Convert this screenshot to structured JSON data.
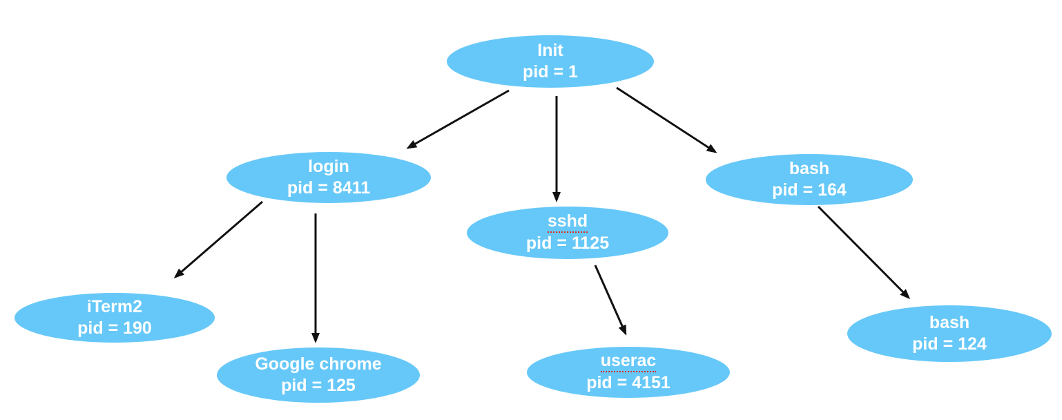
{
  "diagram": {
    "type": "process-tree",
    "colors": {
      "node_fill": "#66C8F8",
      "node_text": "#FFFFFF",
      "arrow": "#111111",
      "spellcheck_underline": "#E02B20"
    },
    "nodes": [
      {
        "id": "init",
        "name": "Init",
        "pid": "pid = 1",
        "misspelled": false
      },
      {
        "id": "login",
        "name": "login",
        "pid": "pid = 8411",
        "misspelled": false
      },
      {
        "id": "sshd",
        "name": "sshd",
        "pid": "pid = 1125",
        "misspelled": true
      },
      {
        "id": "bash-164",
        "name": "bash",
        "pid": "pid = 164",
        "misspelled": false
      },
      {
        "id": "iterm2",
        "name": "iTerm2",
        "pid": "pid = 190",
        "misspelled": false
      },
      {
        "id": "google-chrome",
        "name": "Google chrome",
        "pid": "pid = 125",
        "misspelled": false
      },
      {
        "id": "userac",
        "name": "userac",
        "pid": "pid = 4151",
        "misspelled": true
      },
      {
        "id": "bash-124",
        "name": "bash",
        "pid": "pid = 124",
        "misspelled": false
      }
    ],
    "edges": [
      {
        "from": "init",
        "to": "login"
      },
      {
        "from": "init",
        "to": "sshd"
      },
      {
        "from": "init",
        "to": "bash-164"
      },
      {
        "from": "login",
        "to": "iterm2"
      },
      {
        "from": "login",
        "to": "google-chrome"
      },
      {
        "from": "sshd",
        "to": "userac"
      },
      {
        "from": "bash-164",
        "to": "bash-124"
      }
    ]
  }
}
